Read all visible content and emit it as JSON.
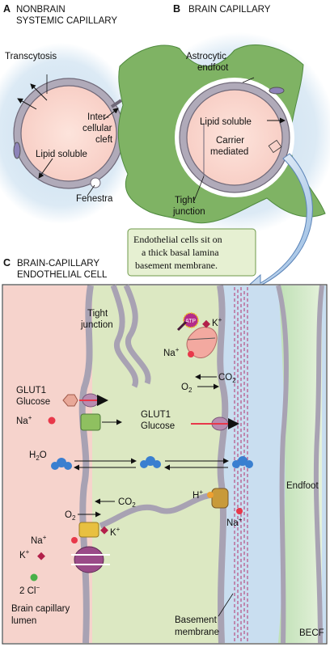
{
  "panel_a": {
    "letter": "A",
    "title_line1": "NONBRAIN",
    "title_line2": "SYSTEMIC CAPILLARY",
    "transcytosis": "Transcytosis",
    "intercellular_1": "Inter-",
    "intercellular_2": "cellular",
    "intercellular_3": "cleft",
    "lipid_soluble": "Lipid soluble",
    "fenestra": "Fenestra"
  },
  "panel_b": {
    "letter": "B",
    "title": "BRAIN CAPILLARY",
    "astrocytic_1": "Astrocytic",
    "astrocytic_2": "endfoot",
    "lipid_soluble": "Lipid soluble",
    "carrier_1": "Carrier",
    "carrier_2": "mediated",
    "tight_1": "Tight",
    "tight_2": "junction"
  },
  "callout": {
    "line1": "Endothelial cells sit on",
    "line2": "a thick basal lamina",
    "line3": "basement membrane."
  },
  "panel_c": {
    "letter": "C",
    "title_line1": "BRAIN-CAPILLARY",
    "title_line2": "ENDOTHELIAL CELL",
    "tight_1": "Tight",
    "tight_2": "junction",
    "atp": "ATP",
    "k_plus": "K",
    "na_plus": "Na",
    "plus": "+",
    "co2": "CO",
    "o2": "O",
    "two": "2",
    "glut1": "GLUT1",
    "glucose": "Glucose",
    "h2o": "H",
    "o": "O",
    "h_plus": "H",
    "two_cl": "2 Cl",
    "minus": "−",
    "endfoot": "Endfoot",
    "brain_lumen_1": "Brain capillary",
    "brain_lumen_2": "lumen",
    "basement_1": "Basement",
    "basement_2": "membrane",
    "becf": "BECF"
  },
  "colors": {
    "lumen_pink": "#f6d3cc",
    "cytoplasm_green": "#dce8c2",
    "becf_blue": "#c9def0",
    "membrane_gray": "#a8a2b3",
    "astrocyte_green": "#7fb364",
    "callout_fill": "#e6f0d2"
  }
}
